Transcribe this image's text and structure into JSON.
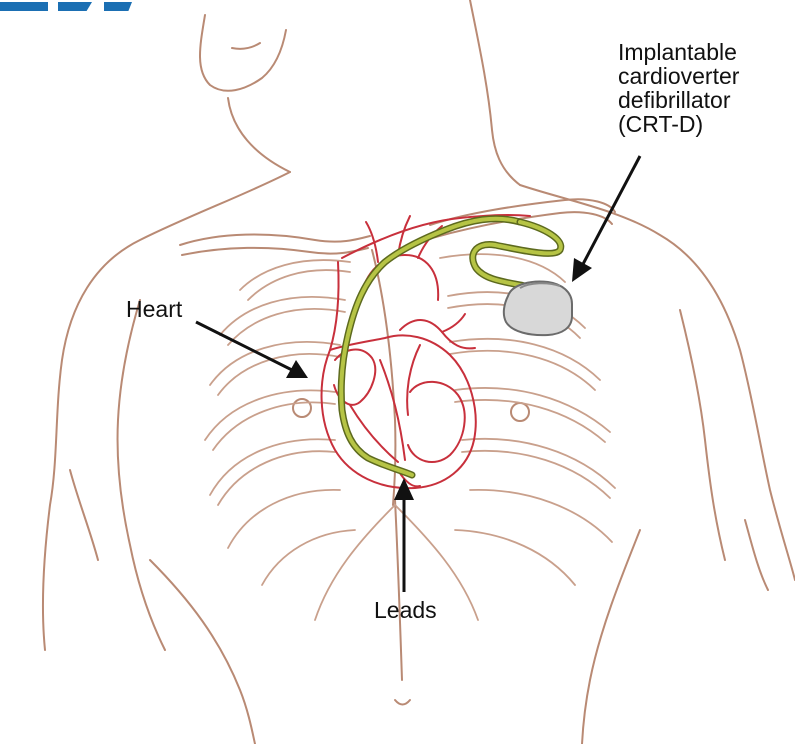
{
  "labels": {
    "device": {
      "lines": [
        "Implantable",
        "cardioverter",
        "defibrillator",
        "(CRT-D)"
      ]
    },
    "heart": "Heart",
    "leads": "Leads"
  },
  "colors": {
    "outline": "#b98a74",
    "vessel": "#c8303c",
    "lead": "#a8b63a",
    "device_fill": "#d8d8d8",
    "device_stroke": "#6b6b6b",
    "arrow": "#111111",
    "banner": "#1b6fb3"
  }
}
